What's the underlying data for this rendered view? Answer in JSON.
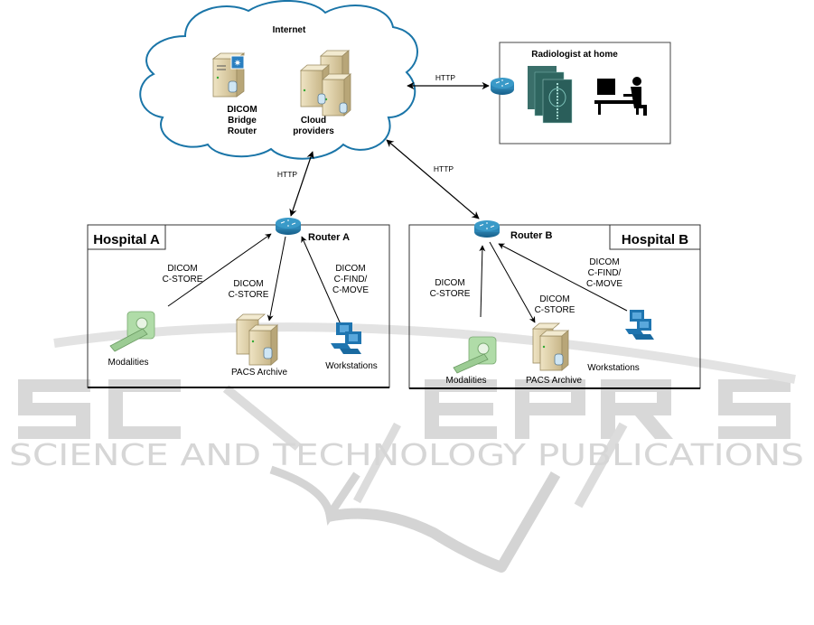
{
  "cloud": {
    "title": "Internet",
    "dicom_bridge_router": [
      "DICOM",
      "Bridge",
      "Router"
    ],
    "cloud_providers": [
      "Cloud",
      "providers"
    ]
  },
  "radiologist": {
    "title": "Radiologist at home"
  },
  "links": {
    "cloud_to_radiologist": "HTTP",
    "cloud_to_router_a": "HTTP",
    "cloud_to_router_b": "HTTP"
  },
  "hospital_a": {
    "title": "Hospital A",
    "router": "Router A",
    "modalities_link": [
      "DICOM",
      "C-STORE"
    ],
    "pacs_link": [
      "DICOM",
      "C-STORE"
    ],
    "workstations_link": [
      "DICOM",
      "C-FIND/",
      "C-MOVE"
    ],
    "modalities": "Modalities",
    "pacs": "PACS Archive",
    "workstations": "Workstations"
  },
  "hospital_b": {
    "title": "Hospital B",
    "router": "Router B",
    "modalities_link": [
      "DICOM",
      "C-STORE"
    ],
    "pacs_link": [
      "DICOM",
      "C-STORE"
    ],
    "workstations_link": [
      "DICOM",
      "C-FIND/",
      "C-MOVE"
    ],
    "modalities": "Modalities",
    "pacs": "PACS Archive",
    "workstations": "Workstations"
  },
  "watermark": {
    "brand": "SCITEPRESS",
    "tagline": "SCIENCE AND TECHNOLOGY PUBLICATIONS"
  },
  "colors": {
    "cloud_outline": "#1a75a8",
    "router": "#1f77a6",
    "workstation": "#1f75b0",
    "server": "#d8c8a0",
    "modality": "#a8d8a0",
    "watermark": "#d6d6d6"
  }
}
